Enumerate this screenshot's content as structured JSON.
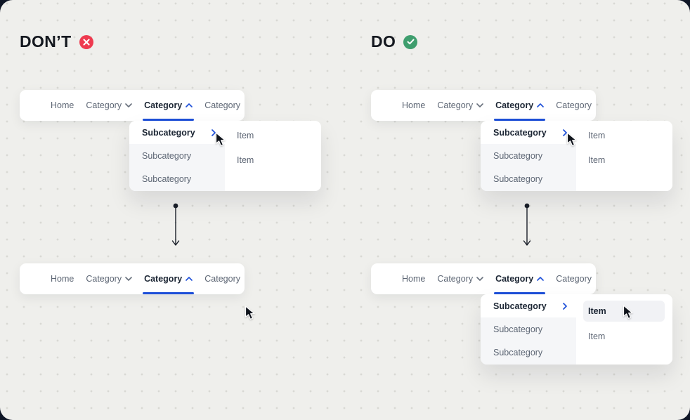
{
  "canvas": {
    "background_color": "#efefec",
    "dot_grid_color": "#d9d9d4",
    "frame_color": "#0f1626"
  },
  "colors": {
    "accent_blue": "#1d4fd8",
    "dont_red": "#ee3a4f",
    "do_green": "#3f9e6e",
    "text_dark": "#1c2634",
    "text_gray": "#5d6674",
    "panel_white": "#ffffff",
    "submenu_gray": "#f5f6f8",
    "item_highlight_gray": "#f1f2f5"
  },
  "headings": {
    "dont": "DON’T",
    "do": "DO"
  },
  "nav": {
    "items": [
      {
        "label": "Home"
      },
      {
        "label": "Category",
        "chevron": "down"
      },
      {
        "label": "Category",
        "chevron": "up",
        "active": true
      },
      {
        "label": "Category"
      }
    ]
  },
  "dropdown": {
    "subcategories": [
      {
        "label": "Subcategory",
        "expanded": true
      },
      {
        "label": "Subcategory"
      },
      {
        "label": "Subcategory"
      }
    ],
    "items": [
      {
        "label": "Item"
      },
      {
        "label": "Item"
      }
    ]
  }
}
